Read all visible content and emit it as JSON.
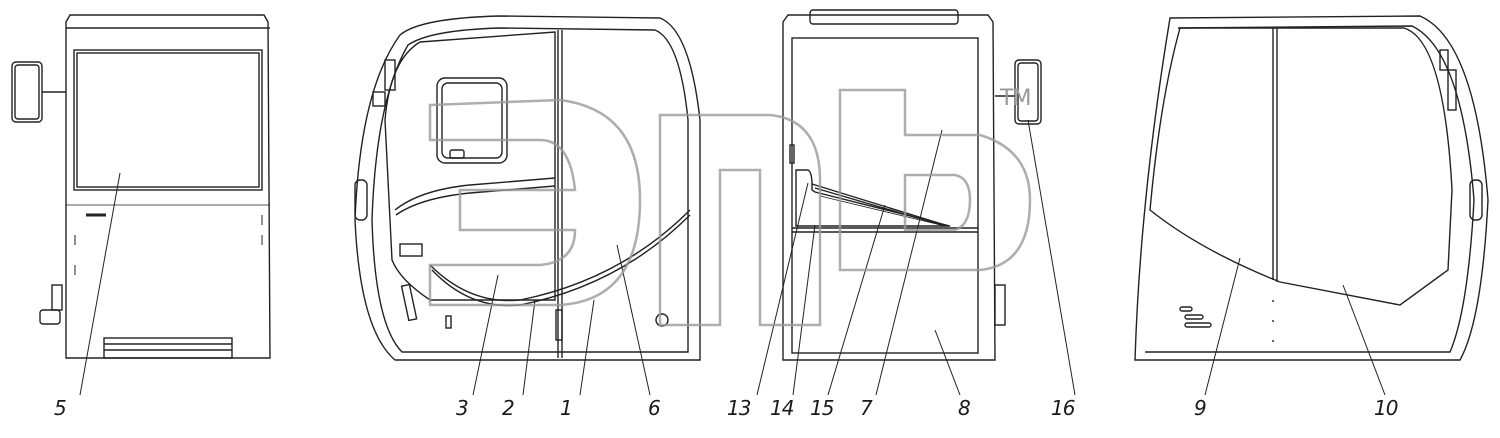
{
  "drawing": {
    "labels": [
      "5",
      "3",
      "2",
      "1",
      "6",
      "13",
      "14",
      "15",
      "7",
      "8",
      "16",
      "9",
      "10"
    ],
    "watermark": "TM",
    "line_color": "#222222",
    "watermark_color": "#9a9a9a"
  }
}
